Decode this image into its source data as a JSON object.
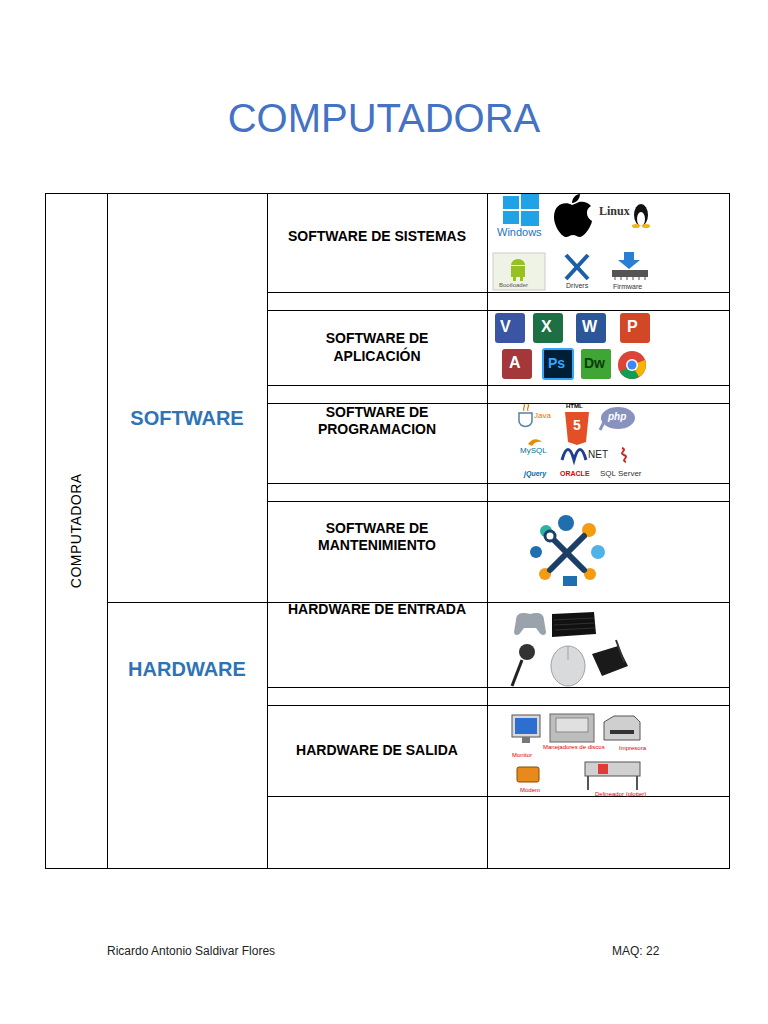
{
  "diagram": {
    "title": "COMPUTADORA",
    "nodes": [
      {
        "text": [
          "COMPUTADORA"
        ]
      },
      {
        "text": [
          "SOFTWARE"
        ]
      },
      {
        "text": [
          "HARDWARE"
        ]
      },
      {
        "text": [
          "SOFTWARE DE SISTEMAS"
        ]
      },
      {
        "text": [
          "SOFTWARE DE APLICACIÓN"
        ]
      },
      {
        "text": [
          "SOFTWARE DE PROGRAMACION"
        ]
      },
      {
        "text": [
          "SOFTWARE DE MANTENIMIENTO"
        ]
      },
      {
        "text": [
          "HARDWARE DE ENTRADA"
        ]
      },
      {
        "text": [
          "HARDWARE DE SALIDA"
        ]
      }
    ],
    "labels": [
      "Windows",
      "Linux",
      "Bootloader",
      "Drivers",
      "Firmware",
      "V",
      "X",
      "W",
      "P",
      "A",
      "Ps",
      "Dw",
      "Java",
      "HTML",
      "5",
      "php",
      "MySQL",
      "NET",
      "jQuery",
      "ORACLE",
      "SQL Server",
      "Monitor",
      "Manejadores de discos",
      "Impresora",
      "Módem",
      "Delineador (plotter)",
      "Ricardo Antonio Saldivar Flores",
      "MAQ: 22"
    ]
  }
}
